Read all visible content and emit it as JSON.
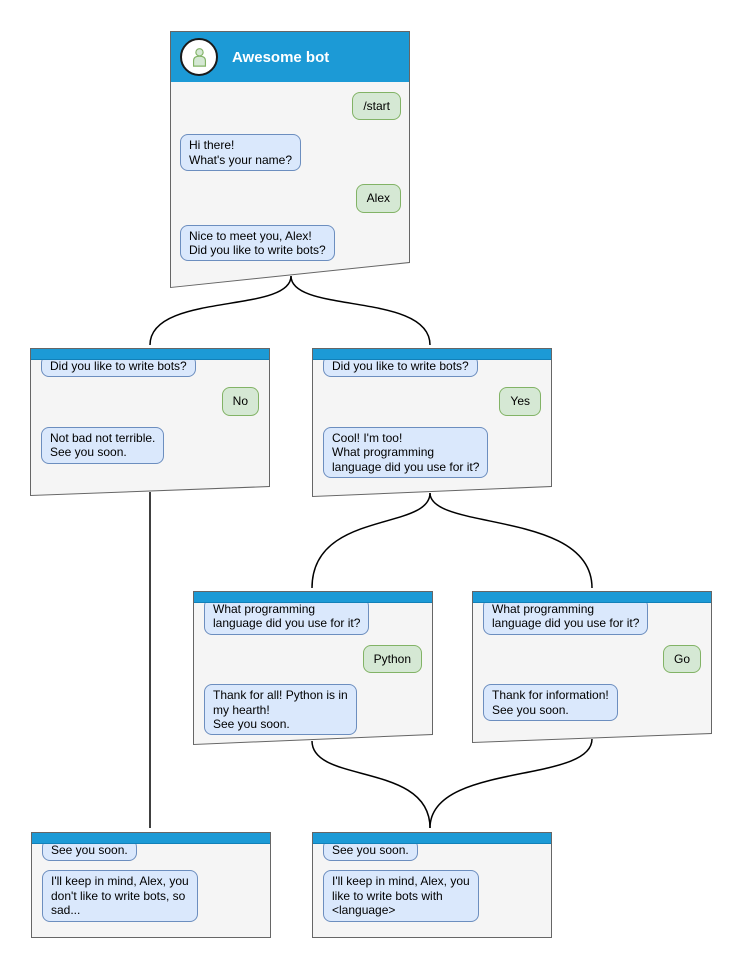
{
  "colors": {
    "header_blue": "#1c9ad6",
    "window_bg": "#f5f5f5",
    "window_border": "#666666",
    "bot_bubble_bg": "#dae8fc",
    "bot_bubble_border": "#6c8ebf",
    "user_bubble_bg": "#d5e8d4",
    "user_bubble_border": "#82b366",
    "arrow": "#000000"
  },
  "diagram": {
    "main": {
      "title": "Awesome bot",
      "avatar_icon": "person-icon",
      "messages": [
        {
          "side": "user",
          "text": "/start"
        },
        {
          "side": "bot",
          "text": "Hi there!\nWhat's your name?"
        },
        {
          "side": "user",
          "text": "Alex"
        },
        {
          "side": "bot",
          "text": "Nice to meet you, Alex!\nDid you like to write bots?"
        }
      ]
    },
    "branch_no": {
      "messages": [
        {
          "side": "bot",
          "text": "Did you like to write bots?"
        },
        {
          "side": "user",
          "text": "No"
        },
        {
          "side": "bot",
          "text": "Not bad not terrible.\nSee you soon."
        }
      ]
    },
    "branch_yes": {
      "messages": [
        {
          "side": "bot",
          "text": "Did you like to write bots?"
        },
        {
          "side": "user",
          "text": "Yes"
        },
        {
          "side": "bot",
          "text": "Cool! I'm too!\nWhat programming\nlanguage did you use for it?"
        }
      ]
    },
    "branch_python": {
      "messages": [
        {
          "side": "bot",
          "text": "What programming\nlanguage did you use for it?"
        },
        {
          "side": "user",
          "text": "Python"
        },
        {
          "side": "bot",
          "text": "Thank for all! Python is in\nmy hearth!\nSee you soon."
        }
      ]
    },
    "branch_go": {
      "messages": [
        {
          "side": "bot",
          "text": "What programming\nlanguage did you use for it?"
        },
        {
          "side": "user",
          "text": "Go"
        },
        {
          "side": "bot",
          "text": "Thank for information!\nSee you soon."
        }
      ]
    },
    "end_no": {
      "messages": [
        {
          "side": "bot",
          "text": "See you soon."
        },
        {
          "side": "bot",
          "text": "I'll keep in mind, Alex, you\ndon't like to write bots, so\nsad..."
        }
      ]
    },
    "end_yes": {
      "messages": [
        {
          "side": "bot",
          "text": "See you soon."
        },
        {
          "side": "bot",
          "text": "I'll keep in mind, Alex, you\nlike to write bots with\n<language>"
        }
      ]
    }
  },
  "edges": [
    {
      "from": "main",
      "to": "branch_no"
    },
    {
      "from": "main",
      "to": "branch_yes"
    },
    {
      "from": "branch_no",
      "to": "end_no"
    },
    {
      "from": "branch_yes",
      "to": "branch_python"
    },
    {
      "from": "branch_yes",
      "to": "branch_go"
    },
    {
      "from": "branch_python",
      "to": "end_yes"
    },
    {
      "from": "branch_go",
      "to": "end_yes"
    }
  ]
}
